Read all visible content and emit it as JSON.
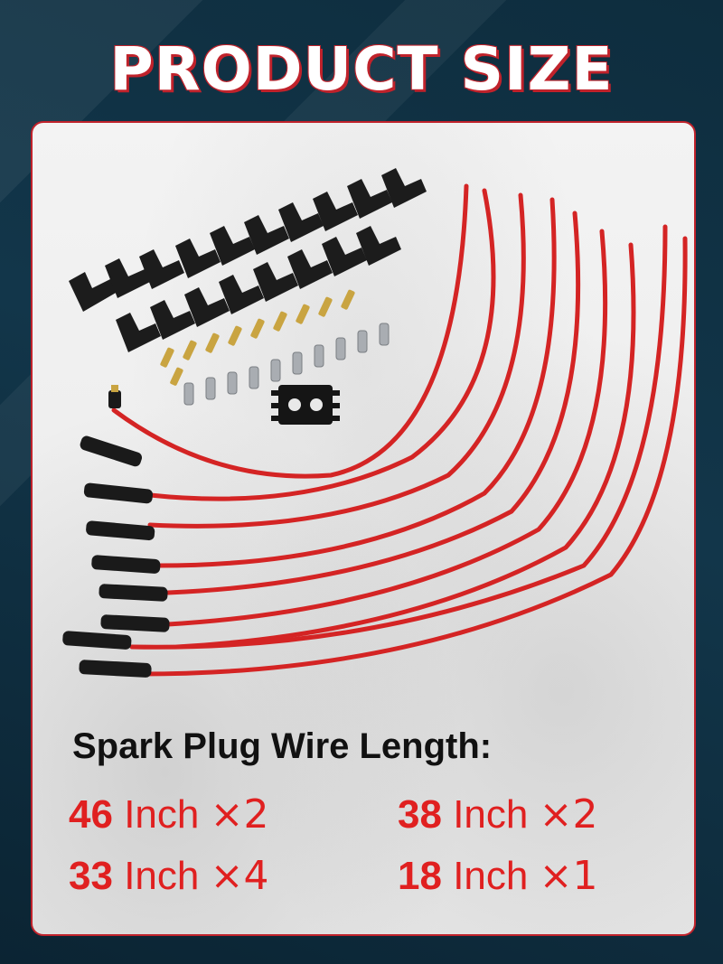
{
  "title": "PRODUCT SIZE",
  "caption": "Spark Plug Wire Length:",
  "specs": [
    {
      "length": "46",
      "unit": "Inch",
      "times": "×2"
    },
    {
      "length": "38",
      "unit": "Inch",
      "times": "×2"
    },
    {
      "length": "33",
      "unit": "Inch",
      "times": "×4"
    },
    {
      "length": "18",
      "unit": "Inch",
      "times": "×1"
    }
  ],
  "colors": {
    "accent": "#e02020",
    "border": "#c0222b",
    "background": "#0f2a3a",
    "wire": "#d42424"
  },
  "icons": [
    "spark-plug-wire-set-image"
  ]
}
